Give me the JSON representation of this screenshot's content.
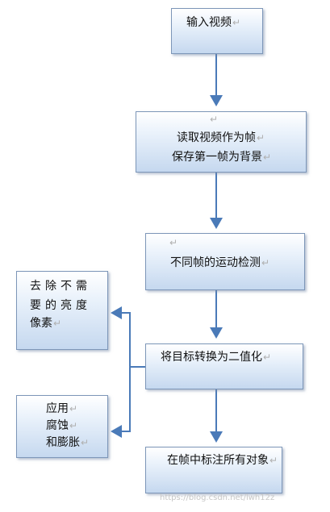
{
  "nodes": {
    "input": {
      "line1": "输入视频"
    },
    "read": {
      "line1": "读取视频作为帧",
      "line2": "保存第一帧为背景"
    },
    "motion": {
      "line1": "不同帧的运动检测"
    },
    "binary": {
      "line1": "将目标转换为二值化"
    },
    "annotate": {
      "line1": "在帧中标注所有对象"
    },
    "remove": {
      "line1": "去除不需",
      "line2": "要的亮度",
      "line3": "像素"
    },
    "morph": {
      "line1": "应用",
      "line2": "腐蚀",
      "line3": "和膨胀"
    }
  },
  "markers": {
    "return": "↵",
    "extra": "↵"
  },
  "watermark": "https://blog.csdn.net/lwh12z"
}
